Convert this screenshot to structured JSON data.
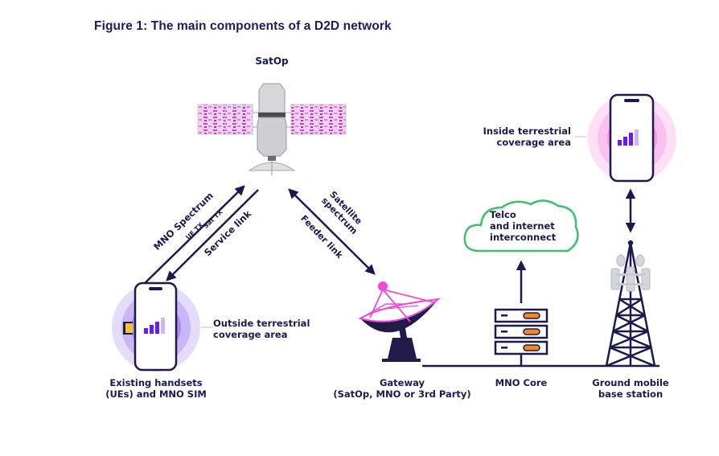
{
  "figure": {
    "title": "Figure 1: The main components of a D2D network"
  },
  "nodes": {
    "satop": {
      "label": "SatOp"
    },
    "handset": {
      "label_line1": "Existing handsets",
      "label_line2": "(UEs) and MNO SIM"
    },
    "outside_coverage": {
      "label_line1": "Outside terrestrial",
      "label_line2": "coverage area"
    },
    "inside_coverage": {
      "label_line1": "Inside terrestrial",
      "label_line2": "coverage area"
    },
    "gateway": {
      "label_line1": "Gateway",
      "label_line2": "(SatOp, MNO or 3rd Party)"
    },
    "mno_core": {
      "label": "MNO Core"
    },
    "cloud": {
      "label_line1": "Telco",
      "label_line2": "and internet",
      "label_line3": "interconnect"
    },
    "base_station": {
      "label_line1": "Ground mobile",
      "label_line2": "base station"
    }
  },
  "links": {
    "service": {
      "spectrum": "MNO Spectrum",
      "uplink": "UE TX",
      "downlink": "Sat TX",
      "name": "Service link"
    },
    "feeder": {
      "spectrum_line1": "Satellite",
      "spectrum_line2": "spectrum",
      "name": "Feeder link"
    }
  },
  "colors": {
    "navy": "#1a1a4e",
    "magenta": "#f048d8",
    "purple": "#6a1cf0",
    "green": "#3fbf6e",
    "orange": "#f08a1c"
  }
}
